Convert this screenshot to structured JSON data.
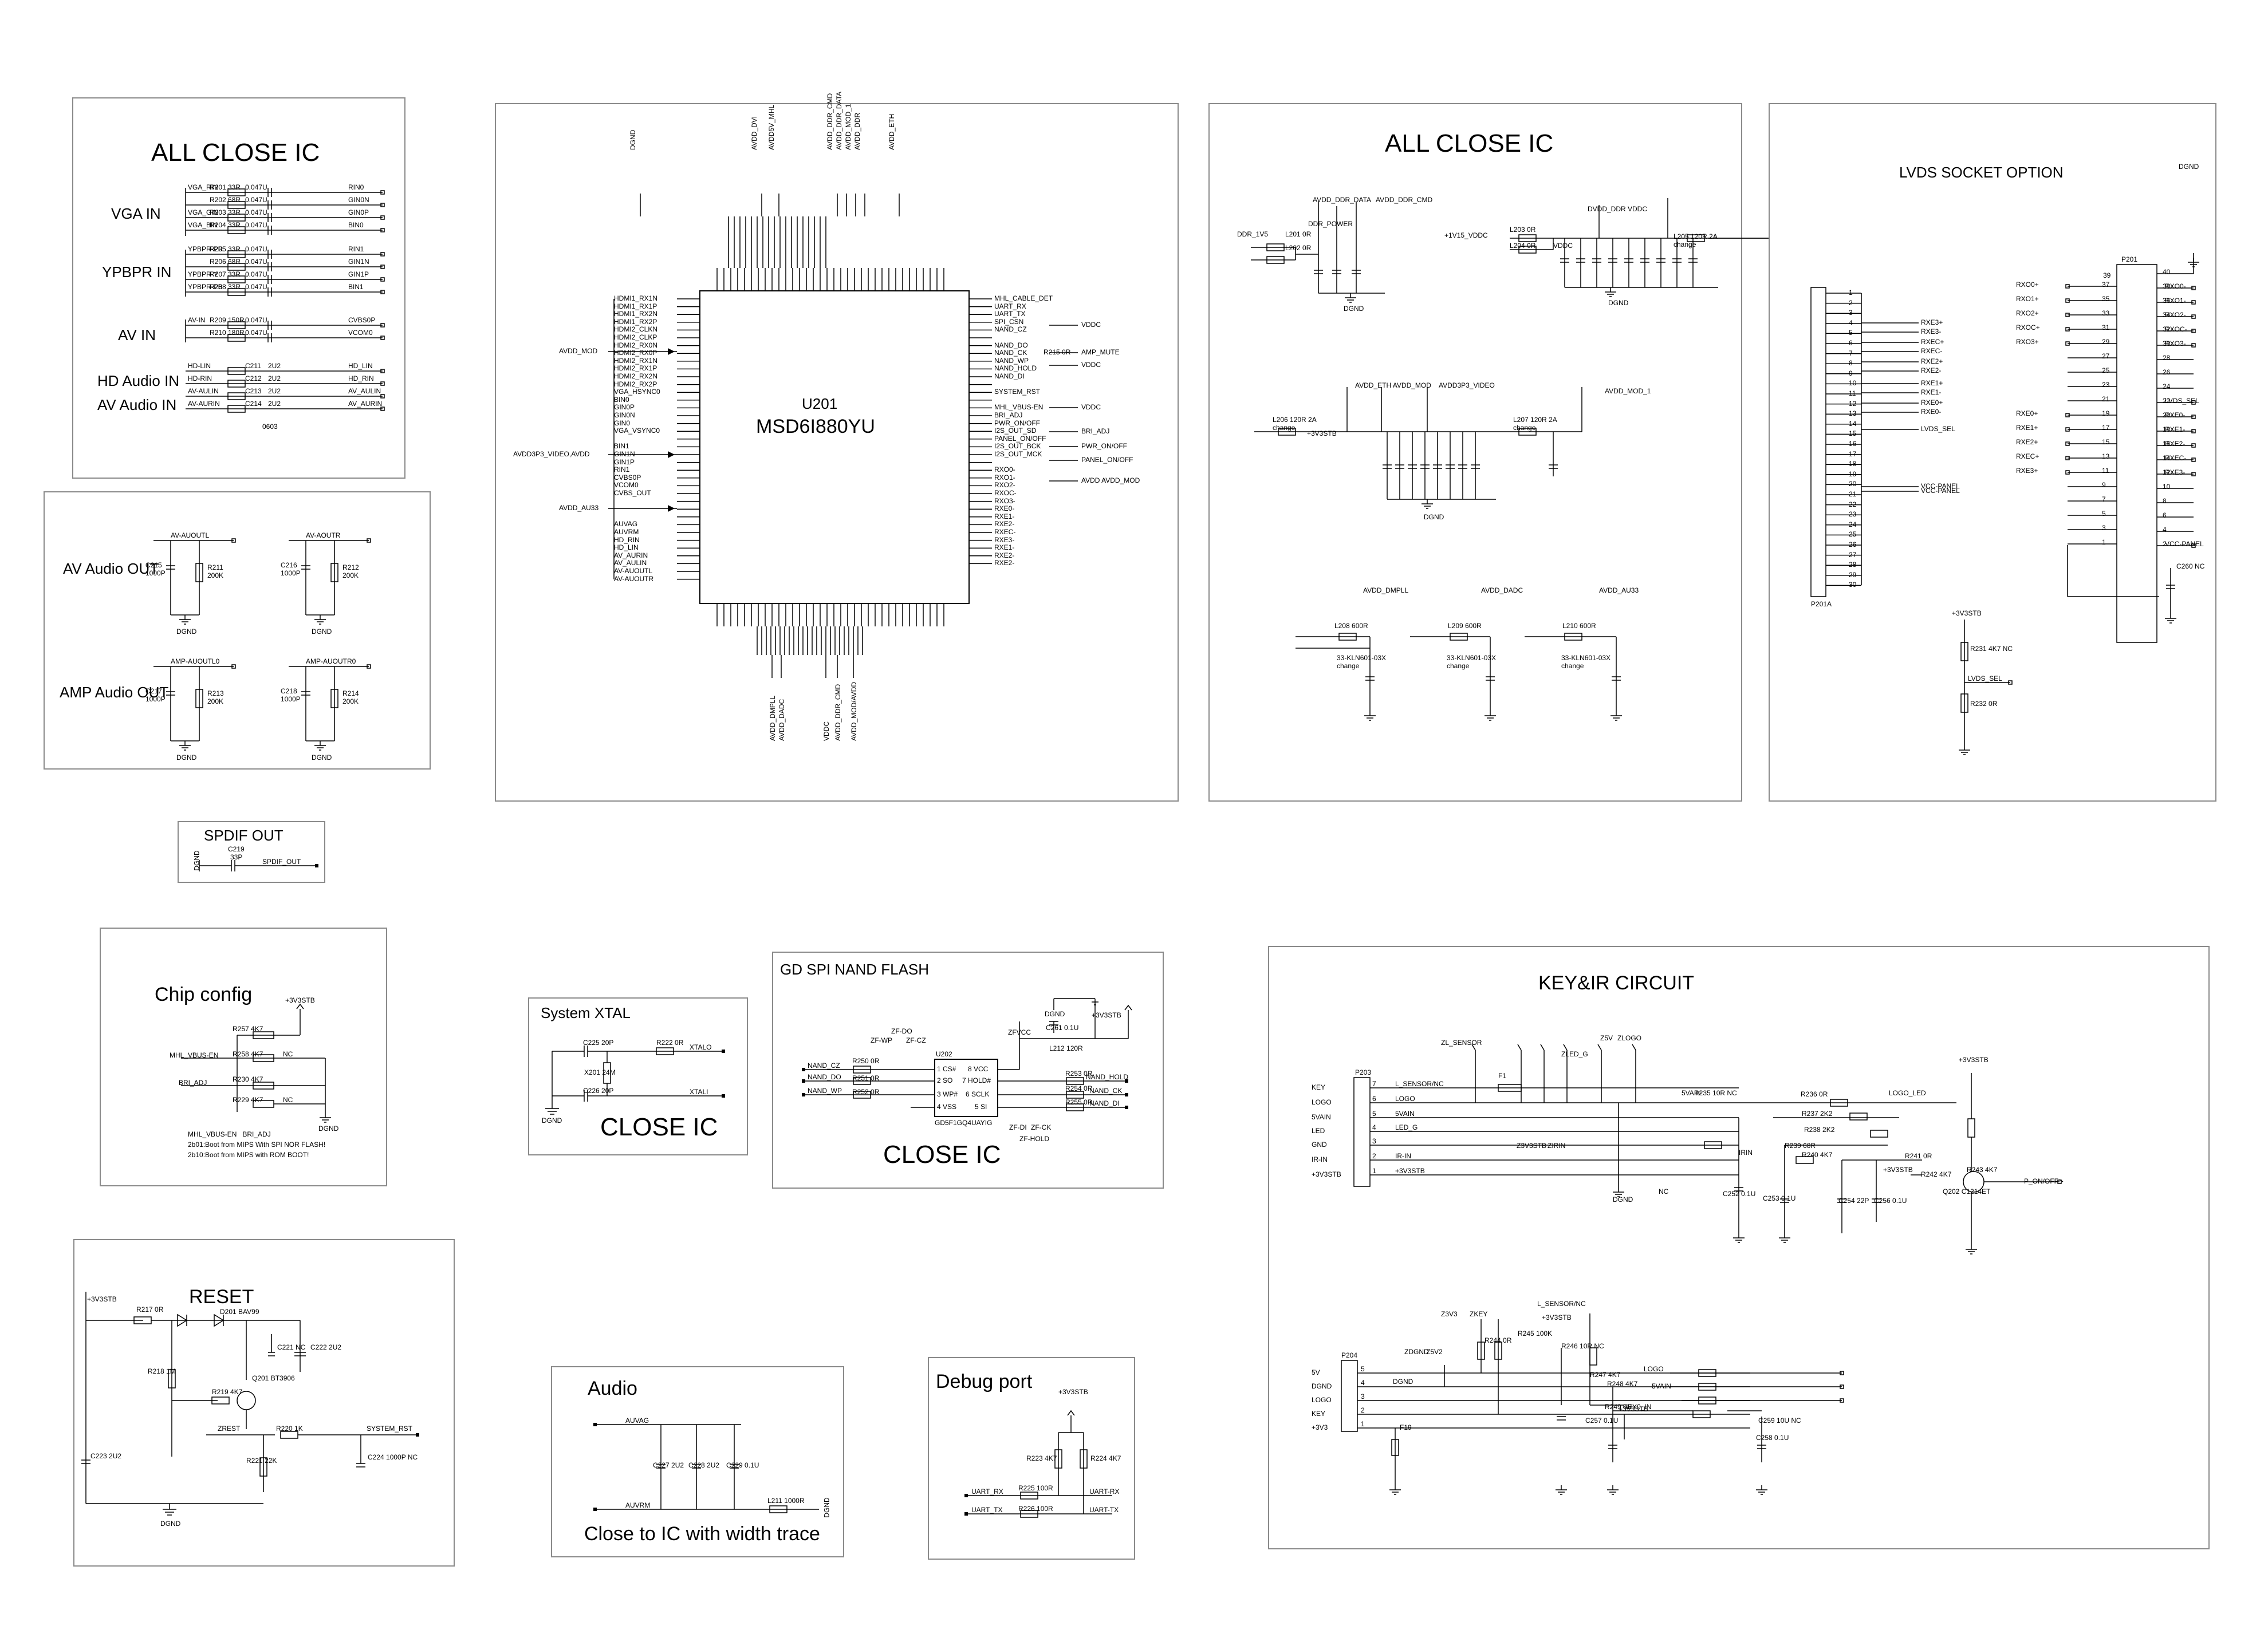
{
  "panels": {
    "all_close_ic_left": {
      "title": "ALL CLOSE IC",
      "group_labels": [
        "VGA IN",
        "YPBPR IN",
        "AV IN",
        "HD Audio IN",
        "AV Audio IN"
      ],
      "rows": [
        {
          "net": "VGA_RIN",
          "r": "R201",
          "rv": "33R",
          "c": "0.047U",
          "out": "RIN0"
        },
        {
          "net": "",
          "r": "R202",
          "rv": "68R",
          "c": "0.047U",
          "out": "GIN0N"
        },
        {
          "net": "VGA_GIN",
          "r": "R203",
          "rv": "33R",
          "c": "0.047U",
          "out": "GIN0P"
        },
        {
          "net": "VGA_BIN",
          "r": "R204",
          "rv": "33R",
          "c": "0.047U",
          "out": "BIN0"
        },
        {
          "net": "YPBPR-PR",
          "r": "R205",
          "rv": "33R",
          "c": "0.047U",
          "out": "RIN1"
        },
        {
          "net": "",
          "r": "R206",
          "rv": "68R",
          "c": "0.047U",
          "out": "GIN1N"
        },
        {
          "net": "YPBPR-Y",
          "r": "R207",
          "rv": "33R",
          "c": "0.047U",
          "out": "GIN1P"
        },
        {
          "net": "YPBPR-PB",
          "r": "R208",
          "rv": "33R",
          "c": "0.047U",
          "out": "BIN1"
        },
        {
          "net": "AV-IN",
          "r": "R209",
          "rv": "150R",
          "c": "0.047U",
          "out": "CVBS0P"
        },
        {
          "net": "",
          "r": "R210",
          "rv": "180R",
          "c": "0.047U",
          "out": "VCOM0"
        },
        {
          "net": "HD-LIN",
          "r": "C211",
          "rv": "2U2",
          "c": "",
          "out": "HD_LIN"
        },
        {
          "net": "HD-RIN",
          "r": "C212",
          "rv": "2U2",
          "c": "",
          "out": "HD_RIN"
        },
        {
          "net": "AV-AULIN",
          "r": "C213",
          "rv": "2U2",
          "c": "",
          "out": "AV_AULIN"
        },
        {
          "net": "AV-AURIN",
          "r": "C214",
          "rv": "2U2",
          "c": "",
          "out": "AV_AURIN"
        }
      ],
      "footnote": "0603"
    },
    "audio_out": {
      "labels": [
        "AV Audio OUT",
        "AMP Audio OUT"
      ],
      "nets": [
        "AV-AUOUTL",
        "AV-AOUTR",
        "AMP-AUOUTL0",
        "AMP-AUOUTR0"
      ],
      "parts": [
        {
          "c": "C215",
          "cv": "1000P",
          "r": "R211",
          "rv": "200K"
        },
        {
          "c": "C216",
          "cv": "1000P",
          "r": "R212",
          "rv": "200K"
        },
        {
          "c": "C217",
          "cv": "1000P",
          "r": "R213",
          "rv": "200K"
        },
        {
          "c": "C218",
          "cv": "1000P",
          "r": "R214",
          "rv": "200K"
        }
      ],
      "ground": "DGND"
    },
    "spdif": {
      "title": "SPDIF  OUT",
      "c": "C219",
      "cv": "33P",
      "net": "SPDIF_OUT",
      "gnd": "DGND"
    },
    "chip_config": {
      "title": "Chip config",
      "supply": "+3V3STB",
      "nets": [
        "MHL_VBUS-EN",
        "BRI_ADJ"
      ],
      "parts": [
        "R257  4K7",
        "R258  4K7",
        "R230  4K7",
        "R229  4K7"
      ],
      "nc": "NC",
      "gnd": "DGND",
      "notes": "MHL_VBUS-EN   BRI_ADJ\n2b01:Boot from MIPS With SPI NOR FLASH!\n2b10:Boot from MIPS with ROM BOOT!"
    },
    "reset": {
      "title": "RESET",
      "supply": "+3V3STB",
      "parts": [
        "R217  0R",
        "D201 BAV99",
        "R218 1M",
        "R219 4K7",
        "Q201 BT3906",
        "C221 NC",
        "C222 2U2",
        "C223 2U2",
        "R221 22K",
        "R220 1K",
        "C224 1000P NC"
      ],
      "nets": [
        "ZREST",
        "SYSTEM_RST"
      ],
      "gnd": "DGND"
    },
    "main_ic": {
      "ref": "U201",
      "part": "MSD6I880YU",
      "left_pins": [
        "HDMI1_RX1N",
        "HDMI1_RX1P",
        "HDMI1_RX2N",
        "HDMI1_RX2P",
        "HDMI2_CLKN",
        "HDMI2_CLKP",
        "HDMI2_RX0N",
        "HDMI2_RX0P",
        "HDMI2_RX1N",
        "HDMI2_RX1P",
        "HDMI2_RX2N",
        "HDMI2_RX2P",
        "VGA_HSYNC0",
        "BIN0",
        "GIN0P",
        "GIN0N",
        "GIN0",
        "VGA_VSYNC0",
        "",
        "BIN1",
        "GIN1N",
        "GIN1P",
        "RIN1",
        "CVBS0P",
        "VCOM0",
        "CVBS_OUT",
        "",
        "",
        "",
        "AUVAG",
        "AUVRM",
        "HD_RIN",
        "HD_LIN",
        "AV_AURIN",
        "AV_AULIN",
        "AV-AUOUTL",
        "AV-AUOUTR"
      ],
      "right_pins": [
        "MHL_CABLE_DET",
        "UART_RX",
        "UART_TX",
        "SPI_CSN",
        "NAND_CZ",
        "",
        "NAND_DO",
        "NAND_CK",
        "NAND_WP",
        "NAND_HOLD",
        "NAND_DI",
        "",
        "SYSTEM_RST",
        "",
        "MHL_VBUS-EN",
        "BRI_ADJ",
        "PWR_ON/OFF",
        "I2S_OUT_SD",
        "PANEL_ON/OFF",
        "I2S_OUT_BCK",
        "I2S_OUT_MCK",
        "",
        "RXO0-",
        "RXO1-",
        "RXO2-",
        "RXOC-",
        "RXO3-",
        "RXE0-",
        "RXE1-",
        "RXE2-",
        "RXEC-",
        "RXE3-",
        "RXE1-",
        "RXE2-",
        "RXE2-"
      ],
      "left_ext": [
        "AVDD_MOD",
        "AVDD3P3_VIDEO,AVDD",
        "AVDD_AU33"
      ],
      "right_ext": [
        "VDDC",
        "AMP_MUTE",
        "VDDC",
        "VDDC",
        "BRI_ADJ",
        "PWR_ON/OFF",
        "PANEL_ON/OFF",
        "AVDD AVDD_MOD"
      ],
      "top_ext": [
        "DGND",
        "AVDD_DVI",
        "AVDD5V_MHL",
        "AVDD_DDR_CMD",
        "AVDD_DDR_DATA",
        "AVDD_MOD_1",
        "AVDD_DDR",
        "AVDD_ETH"
      ],
      "bottom_ext": [
        "AVDD_DMPLL",
        "AVDD_DADC",
        "VDDC",
        "AVDD_DDR_CMD",
        "AVDD_MOD/AVDD"
      ],
      "r215": "R215  0R"
    },
    "all_close_ic_right": {
      "title": "ALL CLOSE IC",
      "nets": [
        "AVDD_DDR_DATA",
        "AVDD_DDR_CMD",
        "DDR_POWER",
        "DDR_1V5",
        "DVDD_DDR  VDDC",
        "AVDD_DVI",
        "+1V15_VDDC",
        "VDDC",
        "AVDD_ETH AVDD_MOD",
        "AVDD3P3_VIDEO",
        "AVDD_MOD_1",
        "+3V3STB",
        "AVDD_DMPLL",
        "AVDD_DADC",
        "AVDD_AU33"
      ],
      "parts": [
        "L201 0R",
        "L202 0R",
        "L203 0R",
        "L204 0R",
        "L205 120R 2A change",
        "L206 120R 2A change",
        "L207 120R 2A change",
        "L208 600R",
        "L209 600R",
        "L210 600R"
      ],
      "notes": [
        "33-KLN601-03X change",
        "33-KLN601-03X change",
        "33-KLN601-03X change"
      ],
      "gnd": "DGND"
    },
    "lvds": {
      "title": "LVDS SOCKET OPTION",
      "conn_a": "P201A",
      "conn_b": "P201",
      "pins_a": [
        "1",
        "2",
        "3",
        "4",
        "5",
        "6",
        "7",
        "8",
        "9",
        "10",
        "11",
        "12",
        "13",
        "14",
        "15",
        "16",
        "17",
        "18",
        "19",
        "20",
        "21",
        "22",
        "23",
        "24",
        "25",
        "26",
        "27",
        "28",
        "29",
        "30"
      ],
      "nets_a": [
        "RXE3+",
        "RXE3-",
        "RXEC+",
        "RXEC-",
        "RXE2+",
        "RXE2-",
        "RXE1+",
        "RXE1-",
        "RXE0+",
        "RXE0-",
        "LVDS_SEL",
        "VCC-PANEL",
        "VCC-PANEL"
      ],
      "left_b": [
        [
          "RXO0+",
          "37"
        ],
        [
          "RXO1+",
          "35"
        ],
        [
          "RXO2+",
          "33"
        ],
        [
          "RXOC+",
          "31"
        ],
        [
          "RXO3+",
          "29"
        ],
        [
          "",
          "27"
        ],
        [
          "",
          "25"
        ],
        [
          "",
          "23"
        ],
        [
          "",
          "21"
        ],
        [
          "RXE0+",
          "19"
        ],
        [
          "RXE1+",
          "17"
        ],
        [
          "RXE2+",
          "15"
        ],
        [
          "RXEC+",
          "13"
        ],
        [
          "RXE3+",
          "11"
        ],
        [
          "",
          "9"
        ],
        [
          "",
          "7"
        ],
        [
          "",
          "5"
        ],
        [
          "",
          "3"
        ],
        [
          "",
          "1"
        ]
      ],
      "right_b": [
        [
          "40",
          ""
        ],
        [
          "38",
          "RXO0-"
        ],
        [
          "36",
          "RXO1-"
        ],
        [
          "34",
          "RXO2-"
        ],
        [
          "32",
          "RXOC-"
        ],
        [
          "30",
          "RXO3-"
        ],
        [
          "28",
          ""
        ],
        [
          "26",
          ""
        ],
        [
          "24",
          ""
        ],
        [
          "22",
          "LVDS_SEL"
        ],
        [
          "20",
          "RXE0-"
        ],
        [
          "18",
          "RXE1-"
        ],
        [
          "16",
          "RXE2-"
        ],
        [
          "14",
          "RXEC-"
        ],
        [
          "12",
          "RXE3-"
        ],
        [
          "10",
          ""
        ],
        [
          "8",
          ""
        ],
        [
          "6",
          ""
        ],
        [
          "4",
          ""
        ],
        [
          "2",
          "VCC-PANEL"
        ]
      ],
      "top_pin": "39",
      "extra": [
        "+3V3STB",
        "R231 4K7 NC",
        "LVDS_SEL",
        "R232 0R",
        "C260 NC",
        "DGND"
      ]
    },
    "system_xtal": {
      "title": "System XTAL",
      "subtitle": "CLOSE IC",
      "parts": [
        "C225 20P",
        "X201 24M",
        "C226 20P",
        "R222 0R"
      ],
      "nets": [
        "XTALO",
        "XTALI"
      ],
      "gnd": "DGND"
    },
    "spi_flash": {
      "title": "GD SPI NAND FLASH",
      "subtitle": "CLOSE IC",
      "chip": "U202",
      "chip_part": "GD5F1GQ4UAYIG",
      "pins_left": [
        "1 CS#",
        "2 SO",
        "3 WP#",
        "4 VSS"
      ],
      "pins_right": [
        "8 VCC",
        "7 HOLD#",
        "6 SCLK",
        "5 SI"
      ],
      "nets": [
        "NAND_CZ",
        "NAND_DO",
        "NAND_WP",
        "NAND_HOLD",
        "NAND_CK",
        "NAND_DI",
        "ZFVCC",
        "+3V3STB"
      ],
      "parts": [
        "R250 0R",
        "R251 0R",
        "R252 0R",
        "R253 0R",
        "R254 0R",
        "R255 0R",
        "L212 120R",
        "C261 0.1U",
        "ZF-DO",
        "ZF-WP",
        "ZF-CZ",
        "ZF-DI",
        "ZF-CK",
        "ZF-HOLD"
      ],
      "gnd": "DGND"
    },
    "audio": {
      "title": "Audio",
      "subtitle": "Close to  IC with width trace",
      "nets": [
        "AUVAG",
        "AUVRM"
      ],
      "parts": [
        "C227 2U2",
        "C228 2U2",
        "C229 0.1U",
        "L211 1000R"
      ],
      "gnd": "DGND"
    },
    "debug": {
      "title": "Debug port",
      "supply": "+3V3STB",
      "parts": [
        "R223 4K7",
        "R224 4K7",
        "R225 100R",
        "R226 100R"
      ],
      "nets": [
        "UART_RX",
        "UART_TX",
        "UART-RX",
        "UART-TX"
      ]
    },
    "key_ir": {
      "title": "KEY&IR CIRCUIT",
      "conn1": "P203",
      "conn1_pins": [
        "7",
        "6",
        "5",
        "4",
        "3",
        "2",
        "1"
      ],
      "conn1_labels": [
        "KEY",
        "LOGO",
        "5VAIN",
        "LED",
        "GND",
        "IR-IN",
        "+3V3STB"
      ],
      "nets1": [
        "L_SENSOR/NC",
        "LOGO",
        "5VAIN",
        "LED_G",
        "",
        "IR-IN",
        "+3V3STB"
      ],
      "parts": [
        "ZL_SENSOR",
        "F1",
        "ZLED_G",
        "Z5V",
        "ZLOGO",
        "Z3V3STB",
        "ZIRIN",
        "R235 10R NC",
        "R236 0R",
        "R237 2K2",
        "R238 2K2",
        "R239 68R",
        "R240 4K7",
        "R241 0R",
        "R242 4K7",
        "R243 4K7",
        "Q202 C1214ET",
        "C252 0.1U",
        "C253 0.1U",
        "C254 22P",
        "C256 0.1U"
      ],
      "nets": [
        "LOGO_LED",
        "5VAIN",
        "IRIN",
        "+3V3STB",
        "P_ON/OFF",
        "DGND",
        "NC"
      ],
      "conn2": "P204",
      "conn2_pins": [
        "5",
        "4",
        "3",
        "2",
        "1"
      ],
      "conn2_labels": [
        "5V",
        "DGND",
        "LOGO",
        "KEY",
        "+3V3"
      ],
      "parts2": [
        "ZDGND",
        "Z5V2",
        "Z3V3",
        "ZKEY",
        "R244 0R",
        "R245 100K",
        "R246 10R NC",
        "R247 4K7",
        "R248 4K7",
        "R249 0R",
        "C257 0.1U",
        "C258 0.1U",
        "C259 10U NC",
        "F19"
      ],
      "nets2": [
        "L_SENSOR/NC",
        "+3V3STB",
        "LOGO",
        "5VAIN",
        "KEY0_IN",
        "DGND",
        "+3V3STB"
      ]
    }
  }
}
